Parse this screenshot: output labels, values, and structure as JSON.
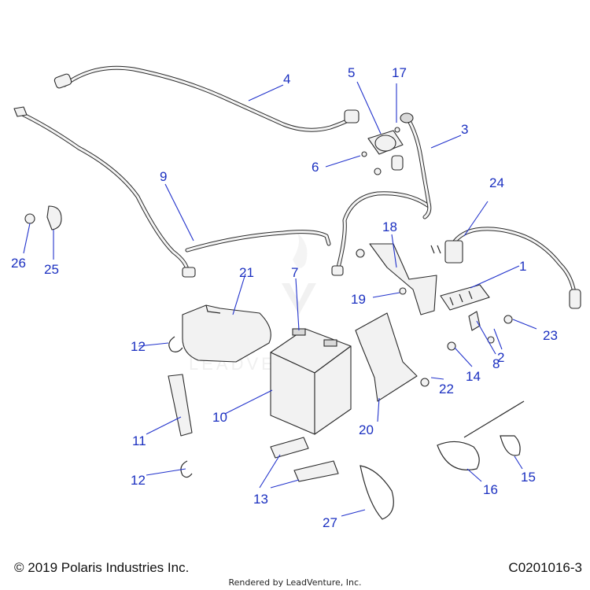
{
  "diagram": {
    "watermark": "LEADVENTURE",
    "callouts": [
      "1",
      "2",
      "3",
      "4",
      "5",
      "6",
      "7",
      "8",
      "9",
      "10",
      "11",
      "12",
      "12",
      "13",
      "14",
      "15",
      "16",
      "17",
      "18",
      "19",
      "20",
      "21",
      "22",
      "23",
      "24",
      "25",
      "26",
      "27"
    ]
  },
  "footer": {
    "copyright": "© 2019 Polaris Industries Inc.",
    "rendered_by": "Rendered by LeadVenture, Inc.",
    "diagram_code": "C0201016-3"
  }
}
